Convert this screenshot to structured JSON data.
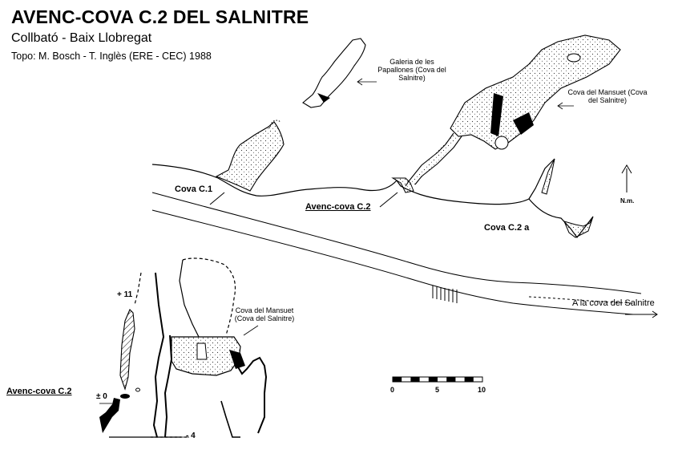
{
  "header": {
    "title": "AVENC-COVA C.2 DEL SALNITRE",
    "subtitle": "Collbató - Baix Llobregat",
    "credits": "Topo: M. Bosch - T. Inglès (ERE - CEC)  1988"
  },
  "plan_labels": {
    "galeria": "Galeria de les Papallones (Cova del Salnitre)",
    "mansuet_top": "Cova del Mansuet (Cova del Salnitre)",
    "cova_c1": "Cova C.1",
    "avenc_c2": "Avenc-cova C.2",
    "cova_c2a": "Cova C.2 a",
    "to_salnitre": "A la cova del Salnitre",
    "north": "N.m."
  },
  "section_labels": {
    "mansuet": "Cova del Mansuet (Cova del Salnitre)",
    "avenc_c2": "Avenc-cova C.2",
    "level_top": "+ 11",
    "level_zero": "± 0",
    "level_bottom": "- 4"
  },
  "scale_bar": {
    "ticks": [
      "0",
      "5",
      "10"
    ]
  }
}
